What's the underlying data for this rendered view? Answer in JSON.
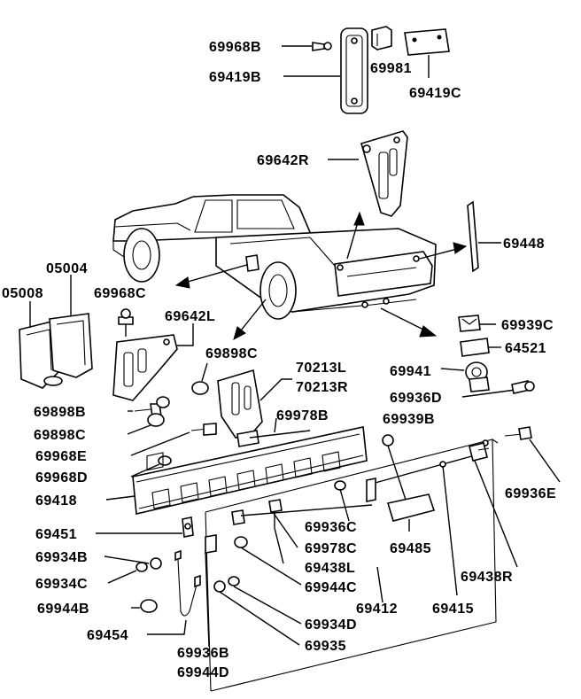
{
  "part_labels": {
    "p69968B_top": "69968B",
    "p69419B": "69419B",
    "p69981": "69981",
    "p69419C": "69419C",
    "p69642R": "69642R",
    "p69448": "69448",
    "p05004": "05004",
    "p05008": "05008",
    "p69968C": "69968C",
    "p69642L": "69642L",
    "p69898C_top": "69898C",
    "p70213L": "70213L",
    "p70213R": "70213R",
    "p69939C": "69939C",
    "p64521": "64521",
    "p69941": "69941",
    "p69936D": "69936D",
    "p69898B": "69898B",
    "p69898C_mid": "69898C",
    "p69978B": "69978B",
    "p69939B": "69939B",
    "p69968E": "69968E",
    "p69968D": "69968D",
    "p69418": "69418",
    "p69936E": "69936E",
    "p69451": "69451",
    "p69936C": "69936C",
    "p69978C": "69978C",
    "p69485": "69485",
    "p69934B": "69934B",
    "p69438L": "69438L",
    "p69934C": "69934C",
    "p69944C": "69944C",
    "p69438R": "69438R",
    "p69944B": "69944B",
    "p69412": "69412",
    "p69415": "69415",
    "p69454": "69454",
    "p69934D": "69934D",
    "p69935": "69935",
    "p69936B": "69936B",
    "p69944D": "69944D"
  }
}
